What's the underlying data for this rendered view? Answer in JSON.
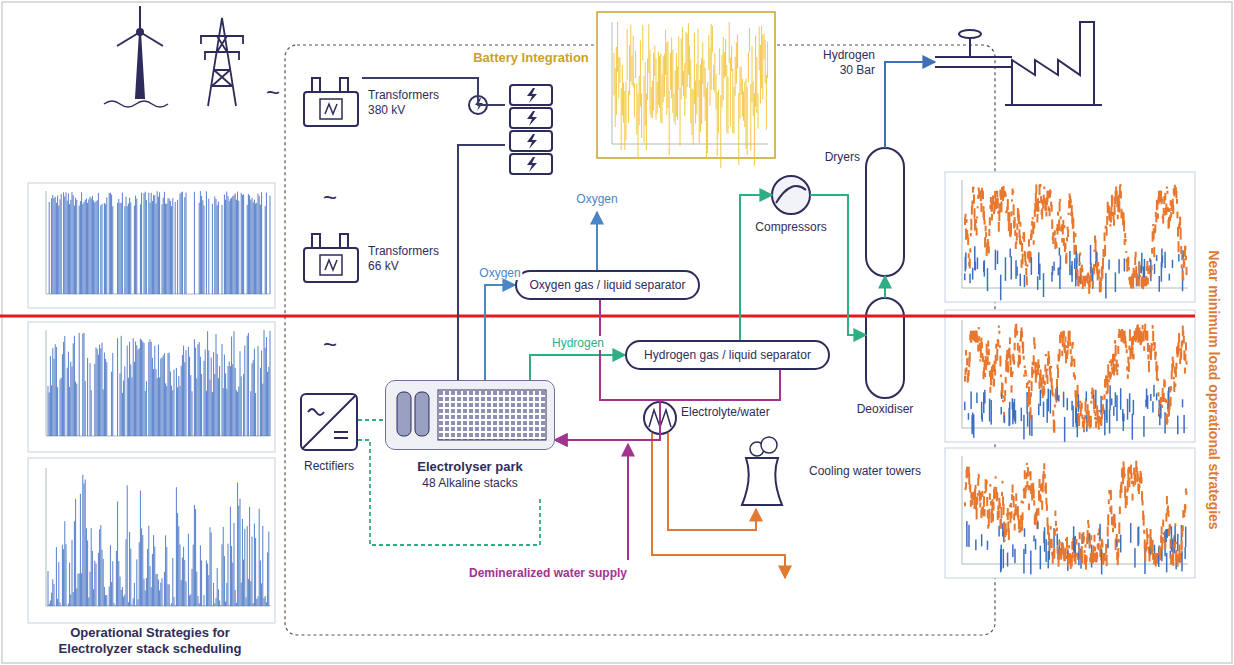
{
  "diagram": {
    "nodes": [
      {
        "text": [
          "Transformers 380 kV"
        ]
      },
      {
        "text": [
          "Transformers 66 kV"
        ]
      },
      {
        "text": [
          "Rectifiers"
        ]
      },
      {
        "text": [
          "Battery Integration"
        ]
      },
      {
        "text": [
          "Electrolyser park",
          "48 Alkaline stacks"
        ]
      },
      {
        "text": [
          "Oxygen gas / liquid separator"
        ]
      },
      {
        "text": [
          "Hydrogen gas / liquid separator"
        ]
      },
      {
        "text": [
          "Compressors"
        ]
      },
      {
        "text": [
          "Dryers"
        ]
      },
      {
        "text": [
          "Deoxidiser"
        ]
      },
      {
        "text": [
          "Hydrogen 30 Bar"
        ]
      },
      {
        "text": [
          "Cooling water towers"
        ]
      }
    ],
    "edges": [
      {
        "from": 4,
        "to": 5,
        "arrow": "to",
        "label": "Oxygen"
      },
      {
        "from": 4,
        "to": 6,
        "arrow": "to",
        "label": "Hydrogen"
      },
      {
        "from": 6,
        "to": 7,
        "arrow": "to"
      },
      {
        "from": 7,
        "to": 9,
        "arrow": "to"
      },
      {
        "from": 9,
        "to": 8,
        "arrow": "to"
      },
      {
        "from": 8,
        "to": 10,
        "arrow": "to"
      },
      {
        "from": 3,
        "to": 0,
        "arrow": "none"
      },
      {
        "from": 4,
        "to": 3,
        "arrow": "none"
      },
      {
        "from": 2,
        "to": 4,
        "arrow": "none"
      },
      {
        "from": 5,
        "to": 4,
        "arrow": "to"
      },
      {
        "from": 6,
        "to": 4,
        "arrow": "to"
      }
    ],
    "labels": [
      "~",
      "~",
      "~",
      "Oxygen",
      "Electrolyte/water",
      "Demineralized water supply",
      "Operational Strategies for Electrolyzer stack scheduling",
      "Near minimum load operational strategies"
    ]
  }
}
